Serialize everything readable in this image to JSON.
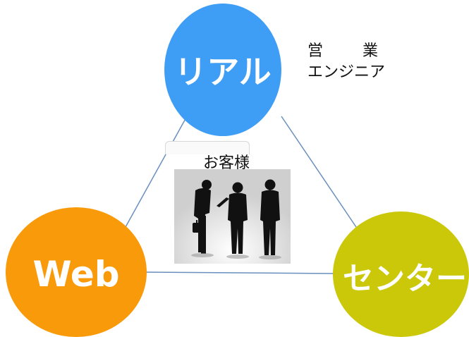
{
  "nodes": {
    "top": {
      "label": "リアル",
      "color": "#3e9ef5"
    },
    "left": {
      "label": "Web",
      "color": "#f99a0a"
    },
    "right": {
      "label": "センター",
      "color": "#cbc80a"
    }
  },
  "roles": {
    "line1_a": "営",
    "line1_b": "業",
    "line2": "エンジニア"
  },
  "center": {
    "label": "お客様",
    "image_icon": "business-people-silhouette"
  },
  "connector_color": "#6a8fbf"
}
